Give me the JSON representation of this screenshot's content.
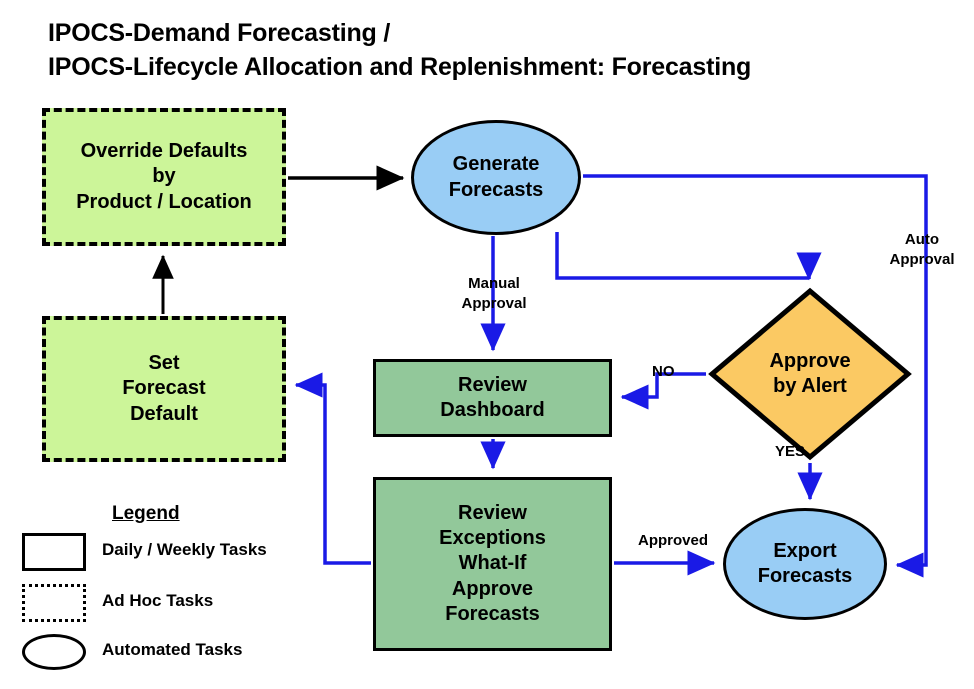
{
  "title": {
    "line1": "IPOCS-Demand Forecasting /",
    "line2": "IPOCS-Lifecycle Allocation and Replenishment: Forecasting"
  },
  "colors": {
    "adhoc_fill": "#ccf599",
    "process_fill": "#92c89a",
    "automated_fill": "#99cdf5",
    "decision_fill": "#fbc963",
    "flow_arrow": "#1a1ae6",
    "entry_arrow": "#000000",
    "outline": "#000000"
  },
  "nodes": {
    "override_defaults": {
      "label": "Override Defaults\nby\nProduct / Location",
      "shape": "dashed-rectangle",
      "type": "Ad Hoc Tasks"
    },
    "set_forecast_default": {
      "label": "Set\nForecast\nDefault",
      "shape": "dashed-rectangle",
      "type": "Ad Hoc Tasks"
    },
    "generate_forecasts": {
      "label": "Generate\nForecasts",
      "shape": "ellipse",
      "type": "Automated Tasks"
    },
    "approve_by_alert": {
      "label": "Approve\nby Alert",
      "shape": "diamond",
      "type": "Decision"
    },
    "review_dashboard": {
      "label": "Review\nDashboard",
      "shape": "rectangle",
      "type": "Daily / Weekly Tasks"
    },
    "review_exceptions": {
      "label": "Review\nExceptions\nWhat-If\nApprove\nForecasts",
      "shape": "rectangle",
      "type": "Daily / Weekly Tasks"
    },
    "export_forecasts": {
      "label": "Export\nForecasts",
      "shape": "ellipse",
      "type": "Automated Tasks"
    }
  },
  "edge_labels": {
    "manual_approval": "Manual\nApproval",
    "auto_approval": "Auto\nApproval",
    "no": "NO",
    "yes": "YES",
    "approved": "Approved"
  },
  "legend": {
    "title": "Legend",
    "items": [
      {
        "swatch": "solid-rectangle",
        "label": "Daily / Weekly Tasks"
      },
      {
        "swatch": "dotted-rectangle",
        "label": "Ad Hoc Tasks"
      },
      {
        "swatch": "ellipse",
        "label": "Automated Tasks"
      }
    ]
  }
}
